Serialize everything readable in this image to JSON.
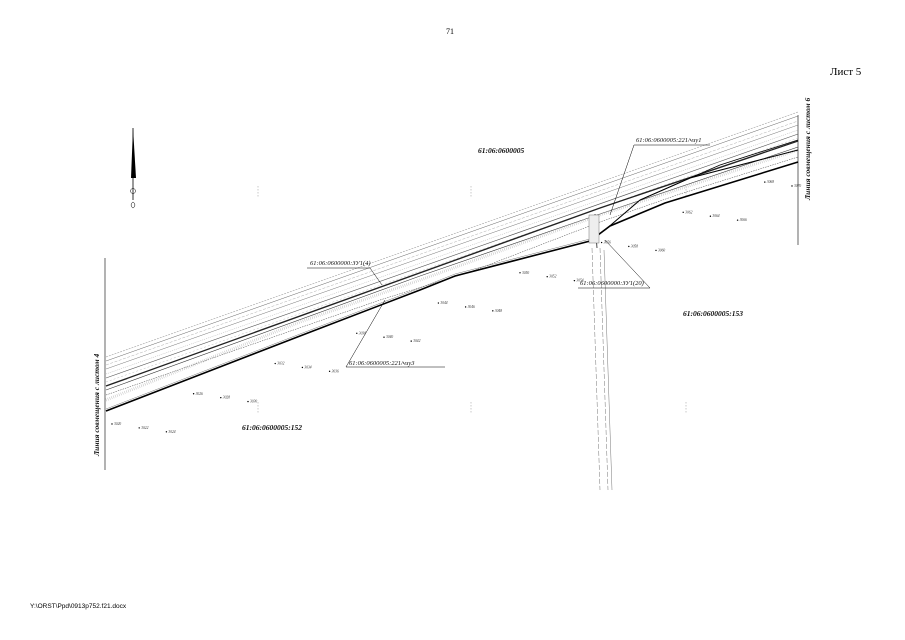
{
  "page": {
    "number": "71",
    "sheet": "Лист 5",
    "file_path": "Y:\\ORST\\Ppd\\0913p752.f21.docx"
  },
  "plan": {
    "quarter": "61:06:0600005",
    "parcel_152": "61:06:0600005:152",
    "parcel_153": "61:06:0600005:153",
    "callout_top": "61:06:0600005:221/чзу1",
    "callout_left": "61:06:0600000:ЗУ1(4)",
    "callout_bottom": "61:06:0600005:221/чзу3",
    "callout_right": "61:06:0600000:ЗУ1(20)",
    "match_line_left": "Линия совмещения с листом 4",
    "match_line_right": "Линия совмещения с листом 6",
    "points": [
      "3020",
      "3022",
      "3024",
      "3026",
      "3028",
      "3030",
      "3032",
      "3034",
      "3036",
      "3038",
      "3040",
      "3042",
      "3044",
      "3046",
      "3048",
      "3050",
      "3052",
      "3054",
      "3056",
      "3058",
      "3060",
      "3062",
      "3064",
      "3066",
      "3068",
      "3070"
    ]
  }
}
